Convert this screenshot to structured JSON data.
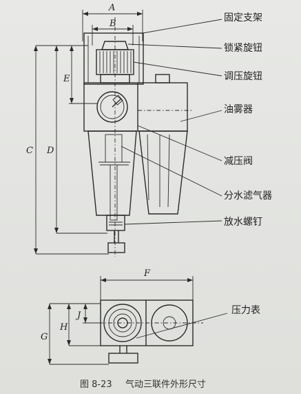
{
  "dimensions": {
    "a": "A",
    "b": "B",
    "c": "C",
    "d": "D",
    "e": "E",
    "f": "F",
    "g": "G",
    "h": "H",
    "j": "J"
  },
  "labels": {
    "fixed_bracket": "固定支架",
    "lock_knob": "锁紧旋钮",
    "pressure_knob": "调压旋钮",
    "oil_mister": "油雾器",
    "pressure_reducing_valve": "减压阀",
    "water_separator_filter": "分水滤气器",
    "drain_screw": "放水螺钉",
    "pressure_gauge": "压力表"
  },
  "caption": {
    "figure_number": "图 8-23",
    "title": "气动三联件外形尺寸"
  }
}
